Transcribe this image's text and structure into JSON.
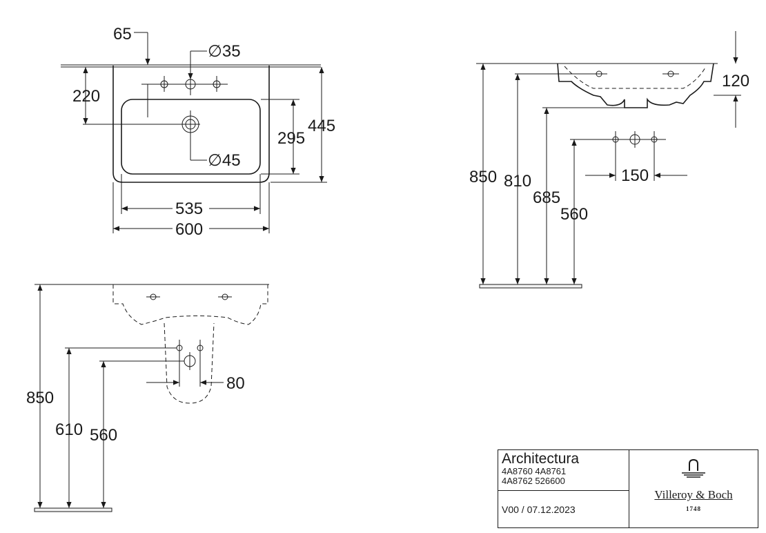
{
  "top_view": {
    "dim_65": "65",
    "dim_d35": "∅35",
    "dim_220": "220",
    "dim_d45": "∅45",
    "dim_295": "295",
    "dim_445": "445",
    "dim_535": "535",
    "dim_600": "600"
  },
  "side_view": {
    "dim_120": "120",
    "dim_850": "850",
    "dim_810": "810",
    "dim_685": "685",
    "dim_560": "560",
    "dim_150": "150"
  },
  "front_view": {
    "dim_850": "850",
    "dim_610": "610",
    "dim_560": "560",
    "dim_80": "80"
  },
  "title_block": {
    "product": "Architectura",
    "codes_line1": "4A8760 4A8761",
    "codes_line2": "4A8762 526600",
    "version": "V00 / 07.12.2023",
    "brand": "Villeroy & Boch",
    "year": "1748",
    "logo_icon": "faucet-logo-icon"
  }
}
